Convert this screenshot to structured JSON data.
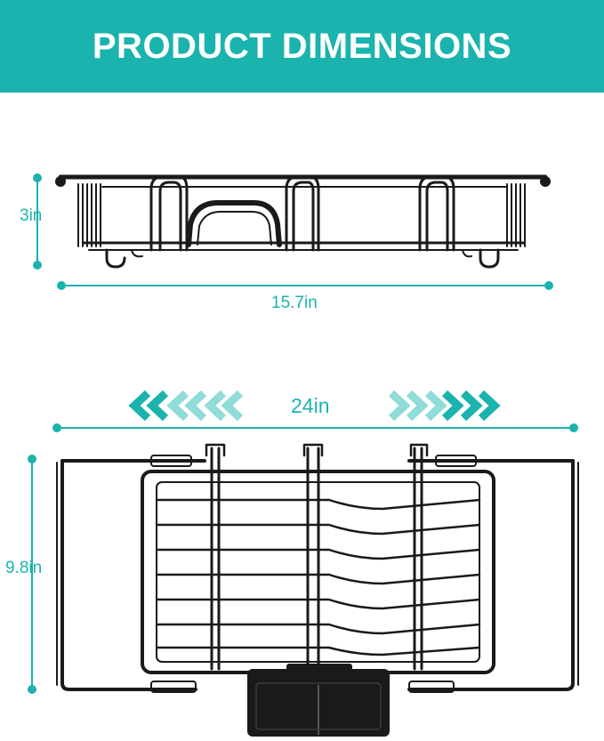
{
  "title": "PRODUCT DIMENSIONS",
  "colors": {
    "accent": "#1bb3ad",
    "accent_light": "#8fdcd8",
    "product": "#1a1a1a"
  },
  "top_view": {
    "height_label": "3in",
    "width_label": "15.7in"
  },
  "bottom_view": {
    "expanded_width_label": "24in",
    "depth_label": "9.8in"
  },
  "icons": [
    "arrows-left-icon",
    "arrows-right-icon"
  ]
}
